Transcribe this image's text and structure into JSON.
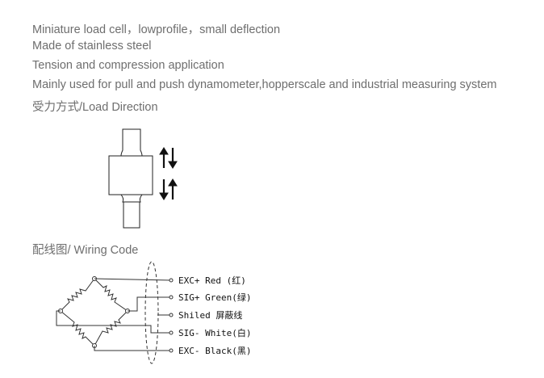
{
  "features": [
    "Miniature load cell，lowprofile，small deflection",
    "Made of stainless steel",
    "Tension and compression application",
    "Mainly used for pull and push dynamometer,hopperscale and industrial  measuring system"
  ],
  "load_direction": {
    "heading": "受力方式/Load Direction"
  },
  "wiring": {
    "heading": "配线图/ Wiring Code",
    "wires": [
      {
        "label": "EXC+ Red  (红)"
      },
      {
        "label": "SIG+ Green(绿)"
      },
      {
        "label": "Shiled  屏蔽线"
      },
      {
        "label": "SIG- White(白)"
      },
      {
        "label": "EXC- Black(黑)"
      }
    ]
  }
}
